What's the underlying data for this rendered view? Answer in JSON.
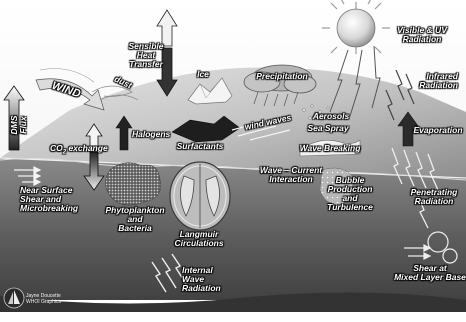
{
  "labels": {
    "sensible_heat": "Sensible\nHeat\nTransfer",
    "visible_uv": "Visible & UV\nRadiation",
    "wind": "WIND",
    "dust": "dust",
    "ice": "Ice",
    "precipitation": "Precipitation",
    "infrared": "Infrared\nRadiation",
    "dms_flux": "DMS\nFlux",
    "co2_prefix": "CO",
    "co2_sub": "2",
    "co2_suffix": " exchange",
    "halogens": "Halogens",
    "surfactants": "Surfactants",
    "wind_waves": "wind waves",
    "aerosols": "Aerosols",
    "sea_spray": "Sea Spray",
    "evaporation": "Evaporation",
    "wave_breaking": "Wave Breaking",
    "near_surface": "Near Surface\nShear and\nMicrobreaking",
    "wave_current": "Wave – Current\nInteraction",
    "bubble": "Bubble\nProduction\nand\nTurbulence",
    "penetrating": "Penetrating\nRadiation",
    "phytoplankton": "Phytoplankton\nand\nBacteria",
    "langmuir": "Langmuir\nCirculations",
    "internal_wave": "Internal\nWave\nRadiation",
    "shear_mixed": "Shear at\nMixed Layer Base",
    "credit": "Jayne Doucette\nWHOI Graphics"
  },
  "colors": {
    "sky_top": "#ffffff",
    "sky_bottom": "#e8e8e8",
    "surface_light": "#dcdcdc",
    "surface_dark": "#9a9a9a",
    "ocean_top": "#7a7a7a",
    "ocean_bottom": "#3a3a3a",
    "label_text": "#ffffff",
    "arrow_fill": "#2a2a2a"
  }
}
